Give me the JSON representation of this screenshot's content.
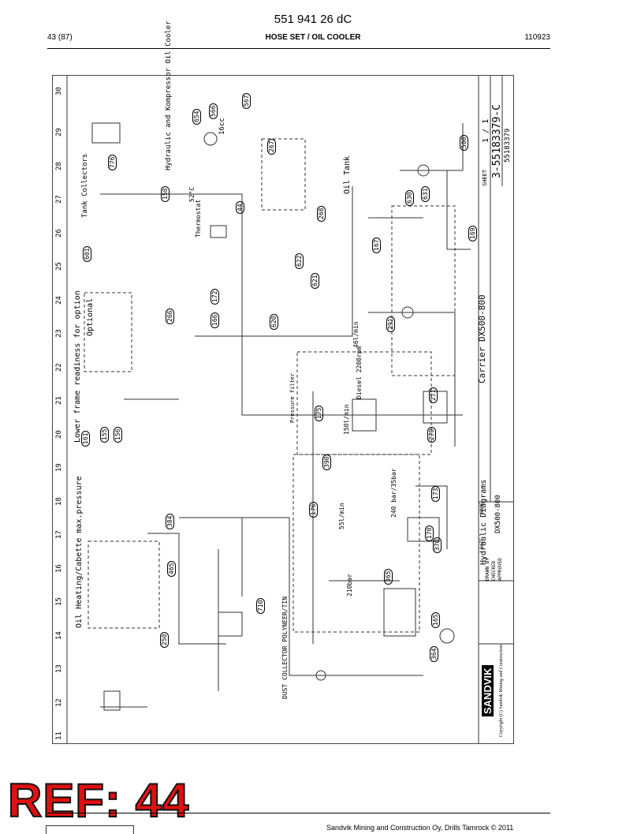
{
  "header": {
    "doc_number": "551 941 26 dC",
    "page": "43 (87)",
    "section_title": "HOSE SET / OIL COOLER",
    "date_code": "110923"
  },
  "sheet": {
    "grid_columns": [
      "11",
      "12",
      "13",
      "14",
      "15",
      "16",
      "17",
      "18",
      "19",
      "20",
      "21",
      "22",
      "23",
      "24",
      "25",
      "26",
      "27",
      "28",
      "29",
      "30"
    ],
    "labels": {
      "oil_heating": "Oil Heating/Cabette max.pressure",
      "lower_frame": "Lower frame readiness for option",
      "optional": "Optional",
      "tank_collectors": "Tank Collectors",
      "hyd_cooler": "Hydraulic and Kompressor Oil Cooler",
      "oil_tank": "Oil Tank",
      "dust_collector": "DUST COLLECTOR POLYNEER/TIN",
      "thermostat": "Thermostat",
      "pressure_filter": "Pressure filter",
      "carrier": "Carrier DX500-800",
      "hydraulic_diagrams": "Hydraulic Diagrams",
      "model": "DX500-800",
      "sheet_label": "SHEET",
      "sheet_no": "1 / 1",
      "drawing_no": "3-55183379-C",
      "dwg_ref": "55183379",
      "temp": "52°C",
      "cc16": "16cc",
      "flow_55": "55l/min",
      "flow_150": "150l/min",
      "flow_46": "46l/min",
      "pres_240": "240 bar/35bar",
      "pres_210": "210bar",
      "diesel": "Diesel 2200rpm"
    },
    "callouts": [
      "776",
      "158",
      "44",
      "654",
      "566",
      "567",
      "267",
      "268",
      "601",
      "172",
      "166",
      "622",
      "621",
      "620",
      "266",
      "167",
      "169",
      "630",
      "631",
      "500",
      "291",
      "161",
      "155",
      "156",
      "175",
      "271",
      "270",
      "390",
      "176",
      "173",
      "170",
      "370",
      "384",
      "365",
      "465",
      "250",
      "710",
      "165",
      "364"
    ],
    "brand": "SANDVIK",
    "copyright": "Copyright (C) Sandvik Mining and Construction",
    "title_block_fields": [
      "NAME",
      "DATE",
      "DRAWN BY",
      "CHECKED",
      "APPROVED"
    ]
  },
  "stamp": {
    "ref": "REF: 44"
  },
  "footer": {
    "text": "Sandvik Mining and Construction Oy, Drills Tamrock © 2011"
  }
}
